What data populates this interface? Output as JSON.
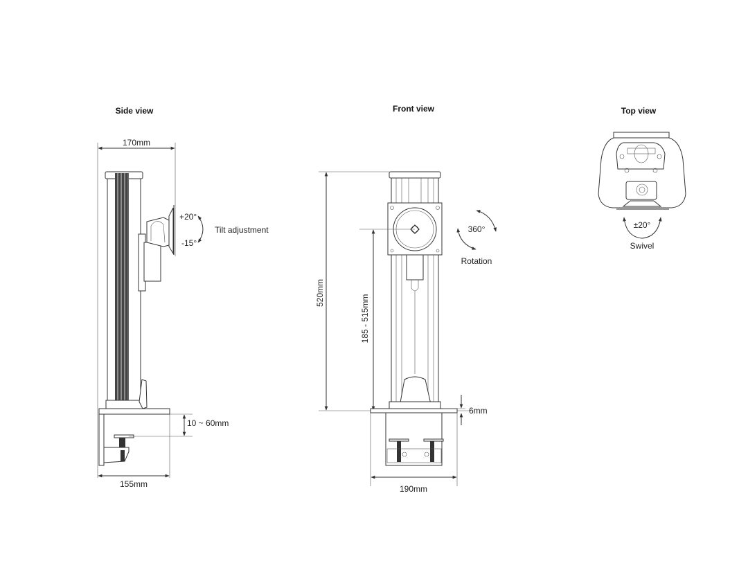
{
  "side_view": {
    "title": "Side view",
    "width_top": "170mm",
    "width_bottom": "155mm",
    "clamp_range": "10 ~ 60mm",
    "tilt_up": "+20°",
    "tilt_down": "-15°",
    "tilt_label": "Tilt adjustment"
  },
  "front_view": {
    "title": "Front view",
    "total_height": "520mm",
    "height_range": "185 - 515mm",
    "plate_thickness": "6mm",
    "base_width": "190mm",
    "rotation_angle": "360°",
    "rotation_label": "Rotation"
  },
  "top_view": {
    "title": "Top view",
    "swivel_angle": "±20°",
    "swivel_label": "Swivel"
  }
}
